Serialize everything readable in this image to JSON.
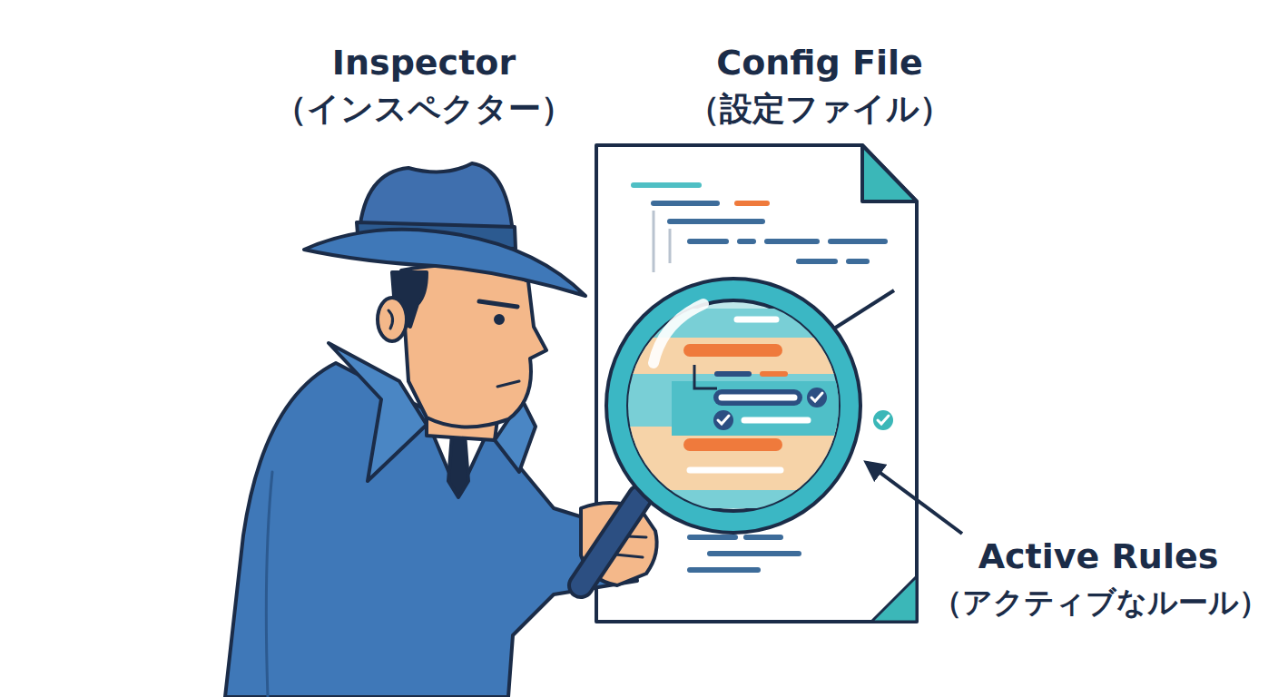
{
  "diagram": {
    "labels": [
      "Inspector",
      "（インスペクター）",
      "Config File",
      "（設定ファイル）",
      "Active Rules",
      "（アクティブなルール）"
    ]
  }
}
